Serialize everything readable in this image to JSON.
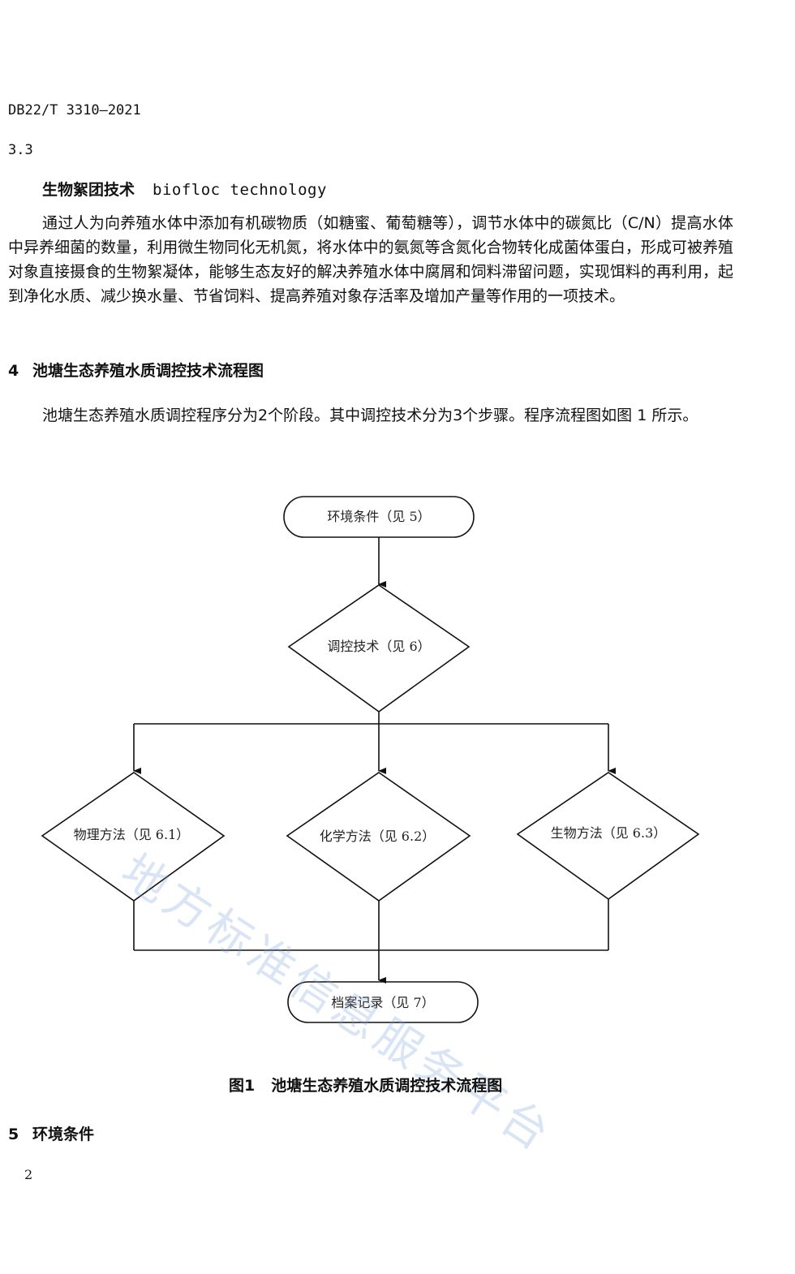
{
  "header": {
    "standard_code": "DB22/T 3310—2021"
  },
  "clause_3_3": {
    "number": "3.3",
    "term_zh": "生物絮团技术",
    "term_en": "biofloc technology",
    "definition": "通过人为向养殖水体中添加有机碳物质（如糖蜜、葡萄糖等），调节水体中的碳氮比（C/N）提高水体中异养细菌的数量，利用微生物同化无机氮，将水体中的氨氮等含氮化合物转化成菌体蛋白，形成可被养殖对象直接摄食的生物絮凝体，能够生态友好的解决养殖水体中腐屑和饲料滞留问题，实现饵料的再利用，起到净化水质、减少换水量、节省饲料、提高养殖对象存活率及增加产量等作用的一项技术。"
  },
  "section_4": {
    "number": "4",
    "title": "池塘生态养殖水质调控技术流程图",
    "intro": "池塘生态养殖水质调控程序分为2个阶段。其中调控技术分为3个步骤。程序流程图如图 1 所示。"
  },
  "flowchart": {
    "start": "环境条件（见 5）",
    "decision": "调控技术（见 6）",
    "branches": [
      "物理方法（见 6.1）",
      "化学方法（见 6.2）",
      "生物方法（见 6.3）"
    ],
    "end": "档案记录（见 7）"
  },
  "figure": {
    "number": "图1",
    "caption": "池塘生态养殖水质调控技术流程图"
  },
  "section_5": {
    "number": "5",
    "title": "环境条件"
  },
  "footer": {
    "page_number": "2"
  },
  "watermark": "地方标准信息服务平台"
}
